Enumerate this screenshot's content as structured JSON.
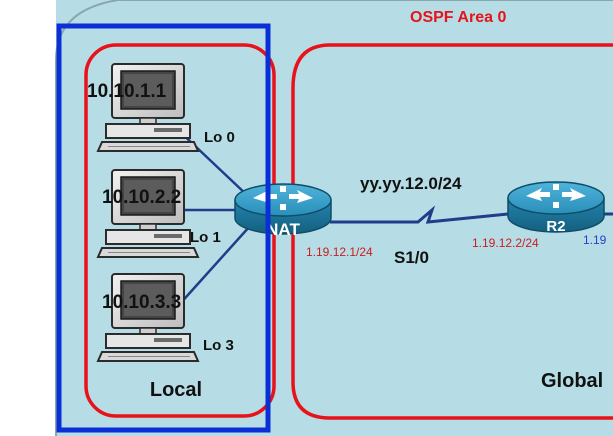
{
  "area": {
    "label": "OSPF Area 0"
  },
  "zones": {
    "local": "Local",
    "global": "Global"
  },
  "hosts": [
    {
      "ip": "10.10.1.1",
      "iface": "Lo 0"
    },
    {
      "ip": "10.10.2.2",
      "iface": "Lo 1"
    },
    {
      "ip": "10.10.3.3",
      "iface": "Lo 3"
    }
  ],
  "routers": {
    "nat": {
      "name": "NAT",
      "ip": "1.19.12.1/24"
    },
    "r2": {
      "name": "R2",
      "ip": "1.19.12.2/24",
      "ip_next": "1.19"
    }
  },
  "link": {
    "network": "yy.yy.12.0/24",
    "iface": "S1/0"
  },
  "colors": {
    "area_fill": "#b6dde5",
    "area_border": "#8aa7ad",
    "zone_border": "#e8121a",
    "local_box": "#0b2fd6",
    "ip_text": "#cc1d1d",
    "ip_next_text": "#2741c4",
    "link": "#1f3d8a",
    "router_fill": "#2a8fb9",
    "router_dark": "#1b6e92",
    "area_label": "#e8121a"
  }
}
